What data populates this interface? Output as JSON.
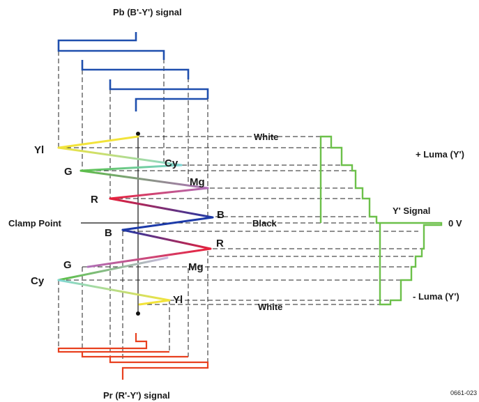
{
  "labels": {
    "pb_signal": "Pb  (B'-Y') signal",
    "pr_signal": "Pr  (R'-Y') signal",
    "clamp_point": "Clamp Point",
    "white_top": "White",
    "white_bottom": "White",
    "black": "Black",
    "plus_luma": "+ Luma (Y')",
    "minus_luma": "- Luma (Y')",
    "y_signal": "Y' Signal",
    "zero_v": "0 V",
    "figure_id": "0661-023"
  },
  "color_bars_upper": {
    "yl": "Yl",
    "g": "G",
    "r": "R",
    "cy": "Cy",
    "mg": "Mg",
    "b": "B"
  },
  "color_bars_lower": {
    "b": "B",
    "r": "R",
    "mg": "Mg",
    "g": "G",
    "cy": "Cy",
    "yl": "Yl"
  },
  "colors": {
    "pb_line": "#1f4fae",
    "pr_line": "#e8401f",
    "luma_line": "#6cc04a",
    "yellow": "#f2e33a",
    "green": "#5cbf4a",
    "cyan": "#7fd6d4",
    "magenta": "#b070b8",
    "red": "#e8203a",
    "blue": "#1c3aa8"
  }
}
